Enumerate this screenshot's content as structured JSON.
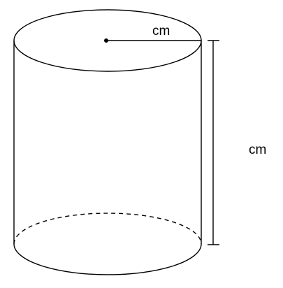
{
  "diagram": {
    "shape": "cylinder",
    "radius_label": "cm",
    "height_label": "cm",
    "line_color": "#000000",
    "background_color": "#ffffff"
  }
}
